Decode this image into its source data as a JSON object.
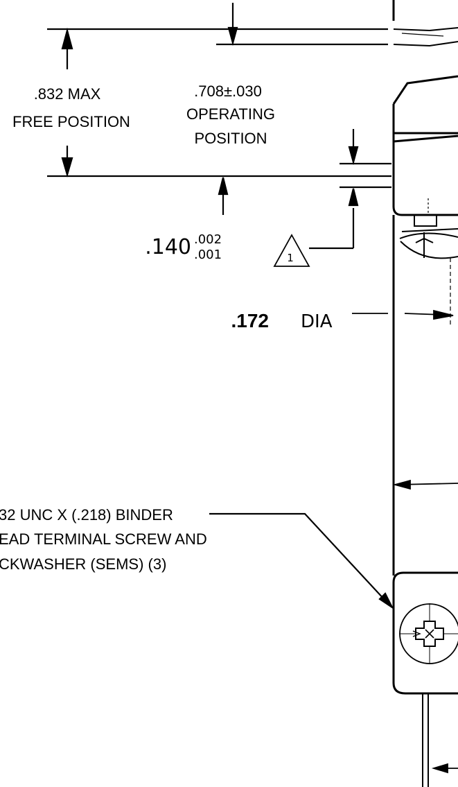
{
  "dimensions": {
    "free_height": ".832 MAX",
    "free_label": "FREE POSITION",
    "operating_height": ".708±.030",
    "operating_label_1": "OPERATING",
    "operating_label_2": "POSITION",
    "plunger_base": ".140",
    "plunger_tol_upper": ".002",
    "plunger_tol_lower": ".001",
    "note_ref": "1",
    "diameter": ".172",
    "diameter_unit": "DIA"
  },
  "callout": {
    "line1": "32 UNC X (.218) BINDER",
    "line2": "EAD TERMINAL SCREW AND",
    "line3": "CKWASHER (SEMS) (3)"
  },
  "colors": {
    "ink": "#000000",
    "paper": "#ffffff"
  },
  "icons": [
    "phillips-screw-head-icon",
    "note-triangle-icon"
  ]
}
